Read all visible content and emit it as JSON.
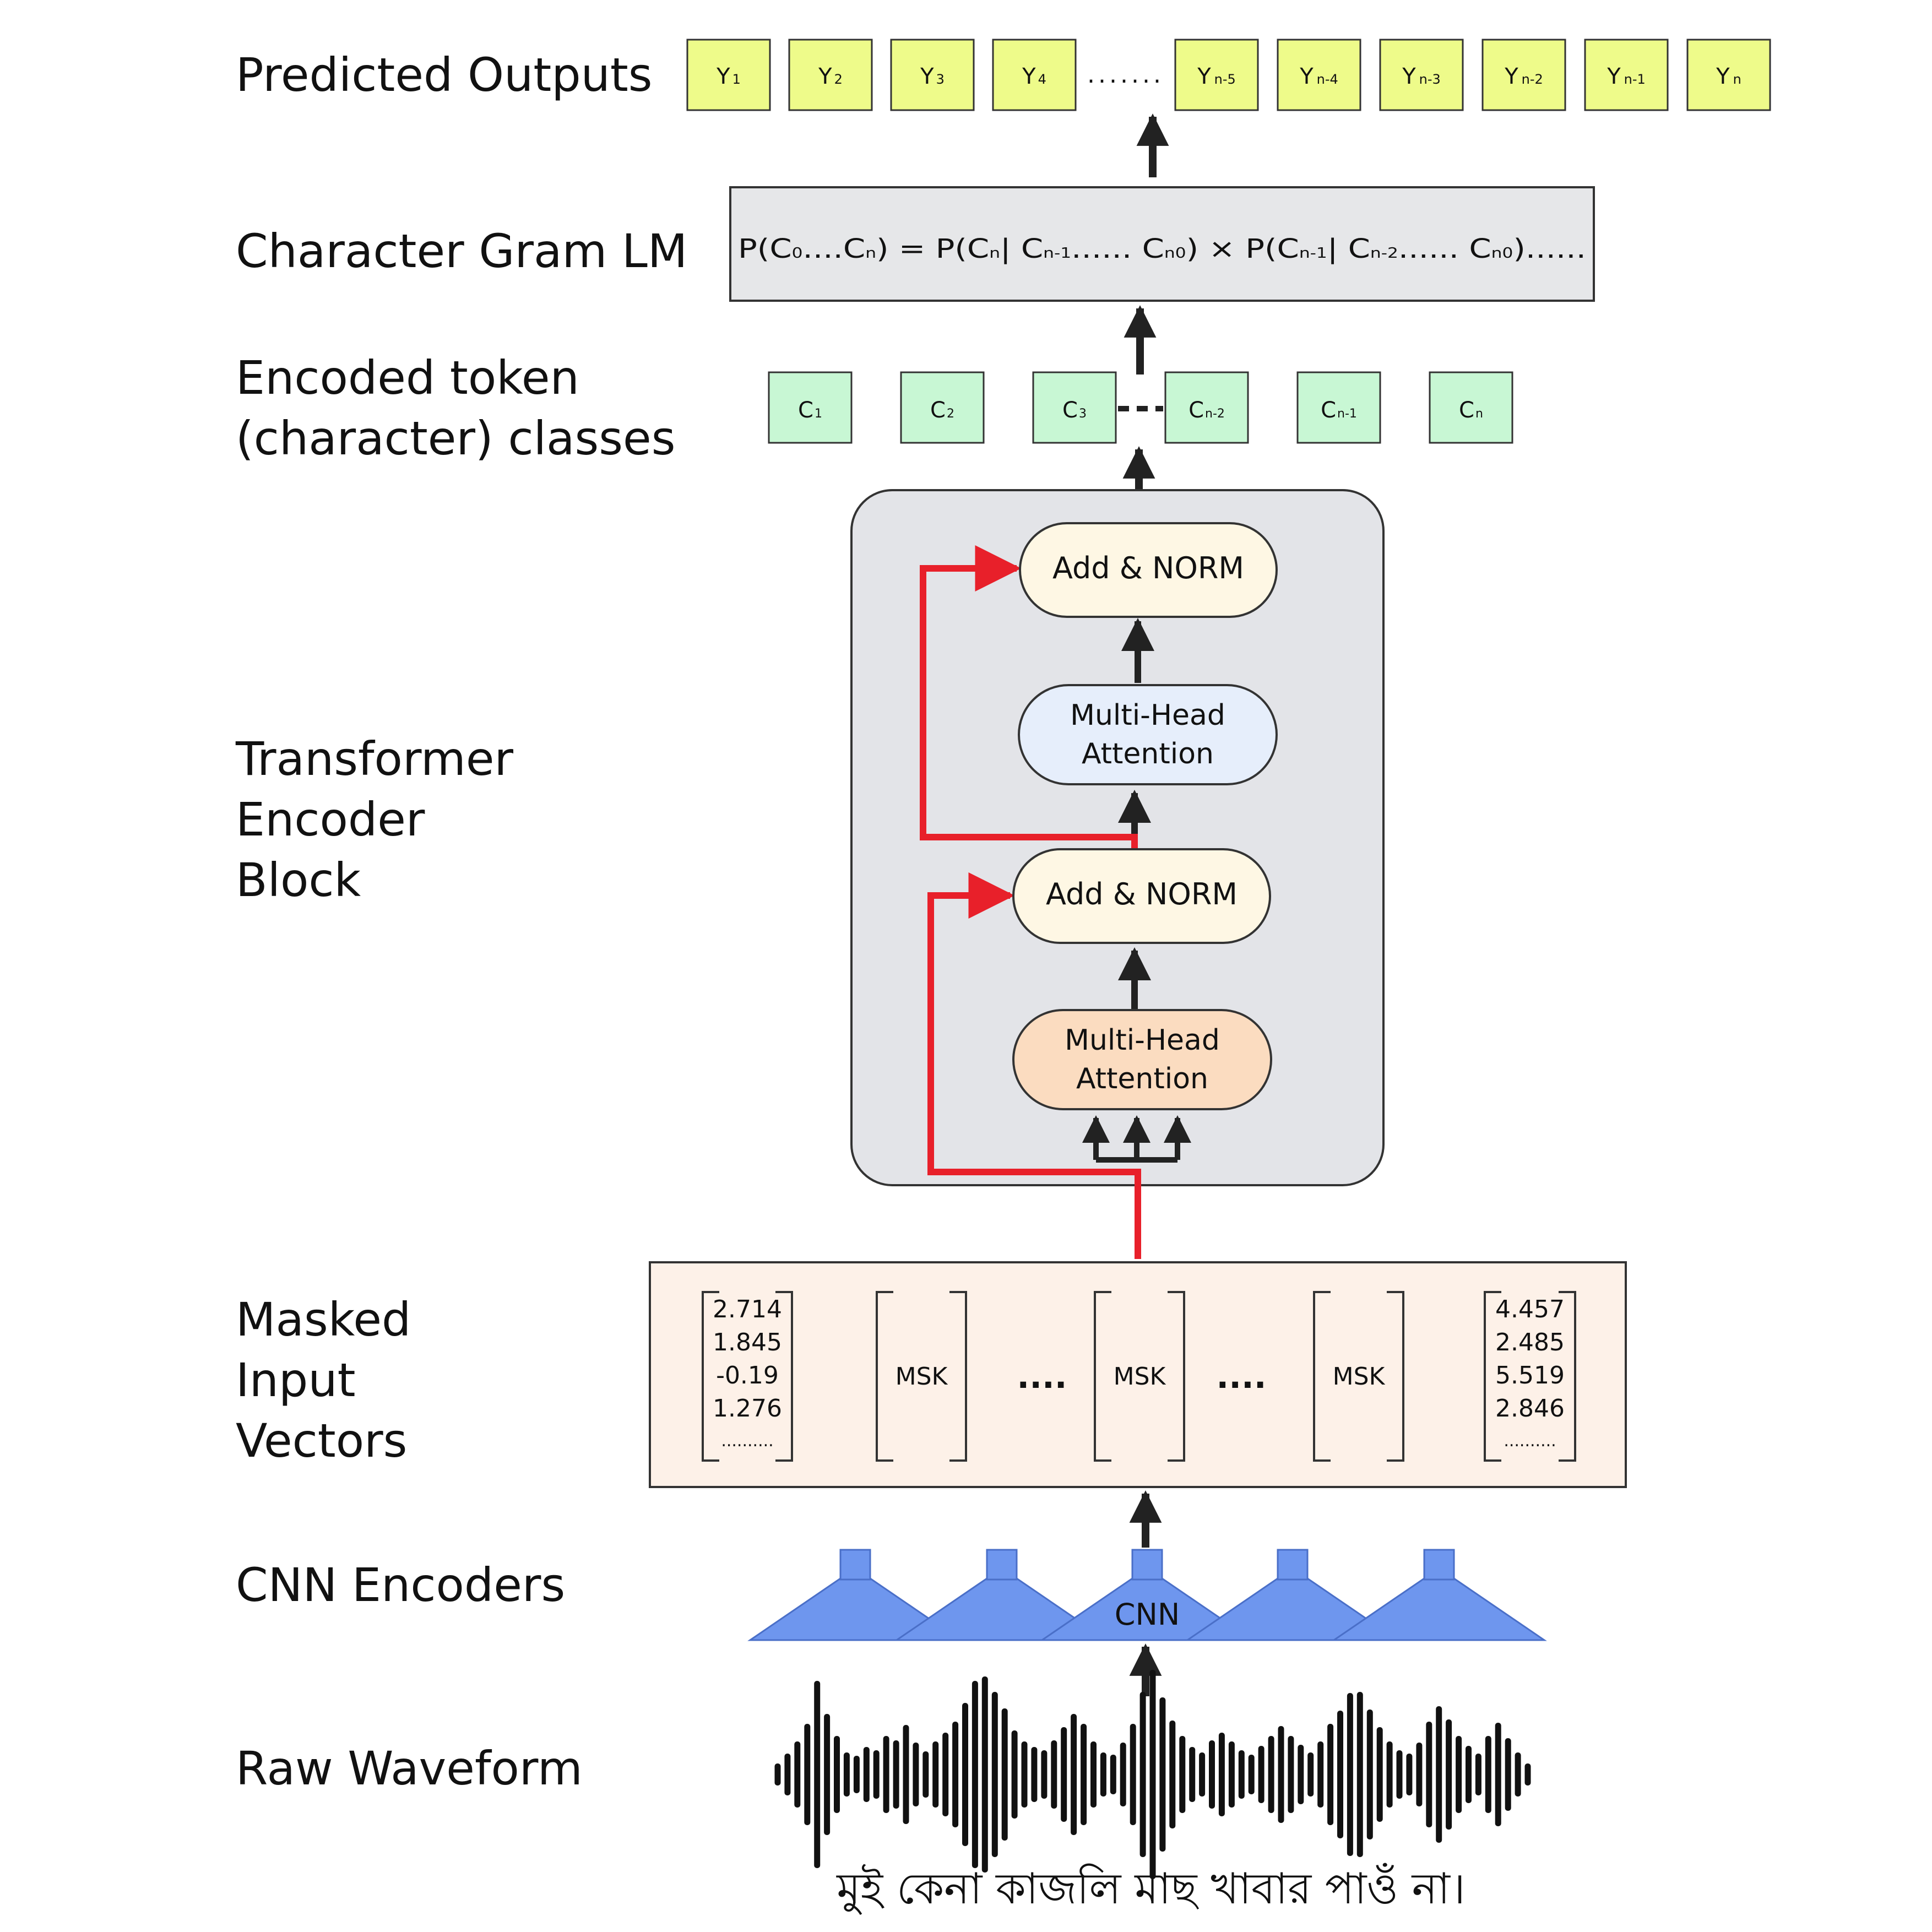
{
  "labels": {
    "predicted_outputs": "Predicted Outputs",
    "char_gram_lm": "Character Gram LM",
    "encoded_line1": "Encoded token",
    "encoded_line2": "(character) classes",
    "transformer_line1": "Transformer",
    "transformer_line2": "Encoder",
    "transformer_line3": "Block",
    "masked_line1": "Masked",
    "masked_line2": "Input",
    "masked_line3": "Vectors",
    "cnn_encoders": "CNN Encoders",
    "raw_waveform": "Raw Waveform"
  },
  "outputs": [
    {
      "base": "Y",
      "sub": "1"
    },
    {
      "base": "Y",
      "sub": "2"
    },
    {
      "base": "Y",
      "sub": "3"
    },
    {
      "base": "Y",
      "sub": "4"
    },
    {
      "base": "Y",
      "sub": "n-5"
    },
    {
      "base": "Y",
      "sub": "n-4"
    },
    {
      "base": "Y",
      "sub": "n-3"
    },
    {
      "base": "Y",
      "sub": "n-2"
    },
    {
      "base": "Y",
      "sub": "n-1"
    },
    {
      "base": "Y",
      "sub": "n"
    }
  ],
  "outputs_ellipsis": ".......",
  "lm_formula": {
    "p1": "P(C",
    "s1": "0",
    "p2": "....C",
    "s2": "n",
    "p3": ") = P(C",
    "s3": "n",
    "p4": "| C",
    "s4": "n-1",
    "p5": "...... C",
    "s5": "n0",
    "p6": ") × P(C",
    "s6": "n-1",
    "p7": "| C",
    "s7": "n-2",
    "p8": "...... C",
    "s8": "n0",
    "p9": ")......"
  },
  "tokens": [
    {
      "base": "C",
      "sub": "1"
    },
    {
      "base": "C",
      "sub": "2"
    },
    {
      "base": "C",
      "sub": "3"
    },
    {
      "base": "C",
      "sub": "n-2"
    },
    {
      "base": "C",
      "sub": "n-1"
    },
    {
      "base": "C",
      "sub": "n"
    }
  ],
  "transformer": {
    "add_norm_top": "Add & NORM",
    "mha_top_line1": "Multi-Head",
    "mha_top_line2": "Attention",
    "add_norm_bottom": "Add & NORM",
    "mha_bottom_line1": "Multi-Head",
    "mha_bottom_line2": "Attention"
  },
  "masked_vectors": {
    "first": [
      "2.714",
      "1.845",
      "-0.19",
      "1.276",
      ".........."
    ],
    "mask_label": "MSK",
    "ellipsis": "....",
    "last": [
      "4.457",
      "2.485",
      "5.519",
      "2.846",
      ".........."
    ]
  },
  "cnn_label": "CNN",
  "transcript": "মুই কেনা কাজলি মাছ খাবার পাওঁ না।",
  "colors": {
    "output_fill": "#eefb8a",
    "token_fill": "#c8f7d4",
    "lm_fill": "#e6e7e9",
    "block_fill": "#e3e4e8",
    "add_norm_fill": "#fef7e4",
    "mha_top_fill": "#e6eefb",
    "mha_bottom_fill": "#fbdcc0",
    "masked_fill": "#fdf1e8",
    "cnn_fill": "#6e96ee",
    "residual": "#e8202a",
    "arrow": "#222222"
  }
}
